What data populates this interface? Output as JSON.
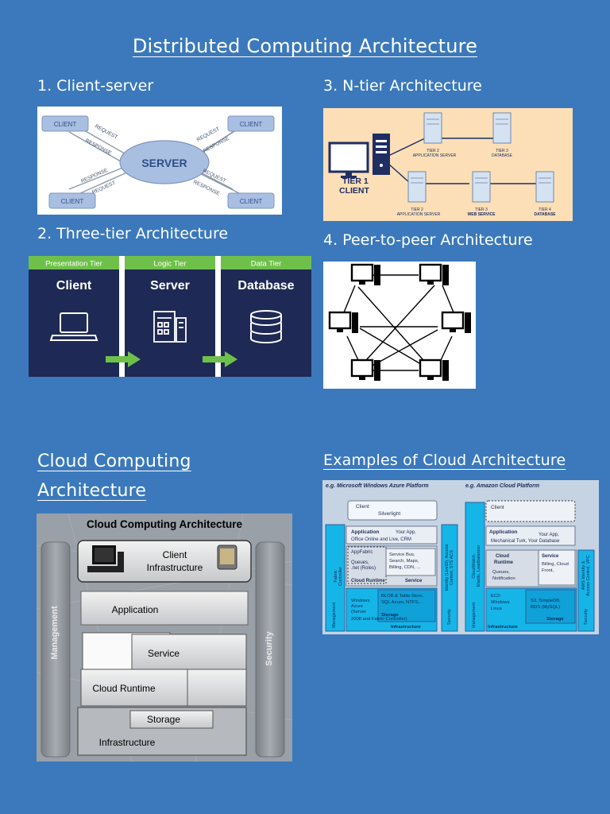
{
  "page": {
    "title": "Distributed Computing Architecture",
    "cloud_title_line1": "Cloud Computing",
    "cloud_title_line2": "Architecture",
    "examples_title": "Examples of Cloud Architecture"
  },
  "sections": [
    {
      "label": "1. Client-server"
    },
    {
      "label": "2. Three-tier Architecture"
    },
    {
      "label": "3. N-tier Architecture"
    },
    {
      "label": "4. Peer-to-peer Architecture"
    }
  ],
  "client_server": {
    "server": "SERVER",
    "client": "CLIENT",
    "request": "REQUEST",
    "response": "RESPONSE"
  },
  "three_tier": {
    "tiers": [
      {
        "header": "Presentation Tier",
        "name": "Client",
        "icon": "laptop-icon"
      },
      {
        "header": "Logic Tier",
        "name": "Server",
        "icon": "server-icon"
      },
      {
        "header": "Data Tier",
        "name": "Database",
        "icon": "database-icon"
      }
    ]
  },
  "ntier": {
    "tier1_line1": "TIER 1",
    "tier1_line2": "CLIENT",
    "nodes": [
      {
        "title": "TIER 2",
        "sub": "APPLICATION SERVER"
      },
      {
        "title": "TIER 3",
        "sub": "DATABASE"
      },
      {
        "title": "TIER 2",
        "sub": "APPLICATION SERVER"
      },
      {
        "title": "TIER 3",
        "sub": "WEB SERVICE"
      },
      {
        "title": "TIER 4",
        "sub": "DATABASE"
      }
    ]
  },
  "cloud_arch": {
    "title": "Cloud Computing Architecture",
    "client_line1": "Client",
    "client_line2": "Infrastructure",
    "application": "Application",
    "service": "Service",
    "cloud_runtime": "Cloud Runtime",
    "storage": "Storage",
    "infrastructure": "Infrastructure",
    "management": "Management",
    "security": "Security"
  },
  "examples": {
    "azure": {
      "header": "e.g. Microsoft Windows Azure Platform",
      "client": "Client",
      "client_tech": "Silverlight",
      "application": "Application",
      "app_line1": "Your App,",
      "app_line2": "Office Online and Live, CRM",
      "appfabric": "AppFabric",
      "queues_line1": "Queues,",
      "queues_line2": ".net (Roles)",
      "services_line1": "Service Bus,",
      "services_line2": "Search, Maps,",
      "services_line3": "Billing, CDN, ...",
      "cloud_runtime": "Cloud Runtime",
      "service": "Service",
      "windows_line1": "Windows",
      "windows_line2": "Azure",
      "windows_line3": "(Server",
      "windows_line4": "2008  and Fabric Controller)",
      "blob_line1": "BLOB & Table Store,",
      "blob_line2": "SQL Azure, NTFS,..",
      "storage": "Storage",
      "infrastructure": "Infrastructure",
      "fabric_line1": "Fabric",
      "fabric_line2": "Controller",
      "management": "Management",
      "identity_line1": "Identity (LiveID), Access",
      "identity_line2": "Control, STS  ACS",
      "security": "Security"
    },
    "amazon": {
      "header": "e.g. Amazon Cloud Platform",
      "client": "Client",
      "application": "Application",
      "app_line1": "Your App,",
      "app_line2": "Mechanical Turk, Your Database",
      "cloud_line1": "Cloud",
      "cloud_line2": "Runtime",
      "service": "Service",
      "service_line1": "Billing, Cloud",
      "service_line2": "Front,",
      "queues_line1": "Queues,",
      "queues_line2": "Notification",
      "ec2_line1": "EC2:",
      "ec2_line2": "Windows",
      "ec2_line3": "Linux",
      "s3_line1": "S3, SimpleDB,",
      "s3_line2": "RDS (MySQL)",
      "storage": "Storage",
      "infrastructure": "Infrastructure",
      "cloudwatch_line1": "CloudWatch,",
      "cloudwatch_line2": "Elastic, Loadbalancer",
      "management": "Management",
      "aws_line1": "AWS Identity &",
      "aws_line2": "Access Control, VPC",
      "security": "Security"
    }
  }
}
